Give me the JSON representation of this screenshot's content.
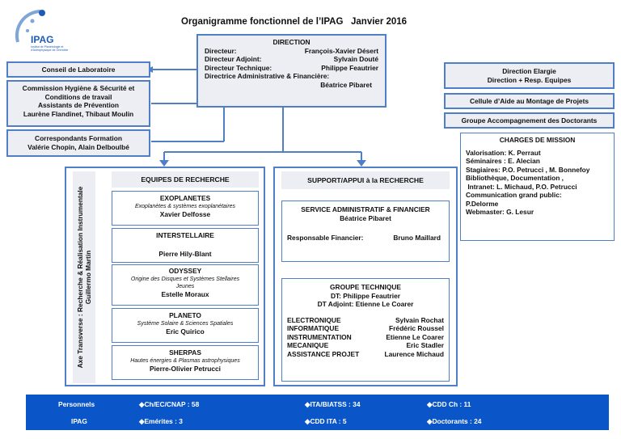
{
  "logo": {
    "acronym": "IPAG",
    "subtitle": "Institut de Planétologie et d'Astrophysique de Grenoble"
  },
  "title": "Organigramme fonctionnel de l’IPAG   Janvier 2016",
  "direction": {
    "heading": "DIRECTION",
    "rows": [
      {
        "role": "Directeur:",
        "name": "François-Xavier Désert"
      },
      {
        "role": "Directeur Adjoint:",
        "name": "Sylvain Douté"
      },
      {
        "role": "Directeur Technique:",
        "name": "Philippe Feautrier"
      }
    ],
    "admin_role": "Directrice Administrative & Financière:",
    "admin_name": "Béatrice Pibaret"
  },
  "left_boxes": {
    "conseil": "Conseil de Laboratoire",
    "hygiene": [
      "Commission Hygiène & Sécurité et",
      "Conditions de travail",
      "Assistants de Prévention",
      "Laurène Flandinet, Thibaut Moulin"
    ],
    "formation": [
      "Correspondants Formation",
      "Valérie Chopin,  Alain Delboulbé"
    ]
  },
  "right_boxes": {
    "elargie": [
      "Direction Elargie",
      "Direction + Resp. Equipes"
    ],
    "cellule": "Cellule d’Aide au Montage de  Projets",
    "groupe": "Groupe Accompagnement des Doctorants"
  },
  "charges": {
    "heading": "CHARGES DE MISSION",
    "lines": [
      "Valorisation: K. Perraut",
      "Séminaires : E. Alecian",
      "Stagiaires: P.O. Petrucci , M. Bonnefoy",
      "Bibliothèque, Documentation ,",
      " Intranet: L. Michaud, P.O. Petrucci",
      "Communication grand public:",
      "P.Delorme",
      "Webmaster: G. Lesur"
    ]
  },
  "axe": [
    "Axe Transverse : Recherche & Réalisation Instrumentale",
    "Guillermo Martin"
  ],
  "equipes": {
    "heading": "EQUIPES DE RECHERCHE",
    "teams": [
      {
        "name": "EXOPLANETES",
        "desc": "Exoplanètes & systèmes exoplanétaires",
        "leader": "Xavier Delfosse"
      },
      {
        "name": "INTERSTELLAIRE",
        "desc": "",
        "leader": "Pierre Hily-Blant"
      },
      {
        "name": "ODYSSEY",
        "desc": "Origine des Disques et Systèmes Stellaires Jeunes",
        "leader": "Estelle Moraux"
      },
      {
        "name": "PLANETO",
        "desc": "Système Solaire & Sciences Spatiales",
        "leader": "Eric Quirico"
      },
      {
        "name": "SHERPAS",
        "desc": "Hautes  énergies & Plasmas astrophysiques",
        "leader": "Pierre-Olivier Petrucci"
      }
    ]
  },
  "support": {
    "heading": "SUPPORT/APPUI à la RECHERCHE",
    "service_title": "SERVICE ADMINISTRATIF & FINANCIER",
    "service_name": "Béatrice Pibaret",
    "resp_role": "Responsable Financier:",
    "resp_name": "Bruno Maillard",
    "tech_title": "GROUPE TECHNIQUE",
    "tech_dt": "DT: Philippe Feautrier",
    "tech_dta": "DT Adjoint: Etienne Le Coarer",
    "tech_rows": [
      {
        "unit": "ELECTRONIQUE",
        "name": "Sylvain Rochat"
      },
      {
        "unit": "INFORMATIQUE",
        "name": "Frédéric Roussel"
      },
      {
        "unit": "INSTRUMENTATION",
        "name": "Etienne Le Coarer"
      },
      {
        "unit": "MECANIQUE",
        "name": "Eric Stadler"
      },
      {
        "unit": "ASSISTANCE PROJET",
        "name": "Laurence Michaud"
      }
    ]
  },
  "footer": {
    "label1": "Personnels",
    "label2": "IPAG",
    "cells": [
      "◆Ch/EC/CNAP :  58",
      "◆ITA/BIATSS : 34",
      "◆CDD Ch : 11",
      "◆Emérites : 3",
      "◆CDD ITA : 5",
      "◆Doctorants : 24"
    ]
  },
  "colors": {
    "accent": "#4f7fc6",
    "box_fill": "#eceef3",
    "footer": "#0a56c9"
  }
}
